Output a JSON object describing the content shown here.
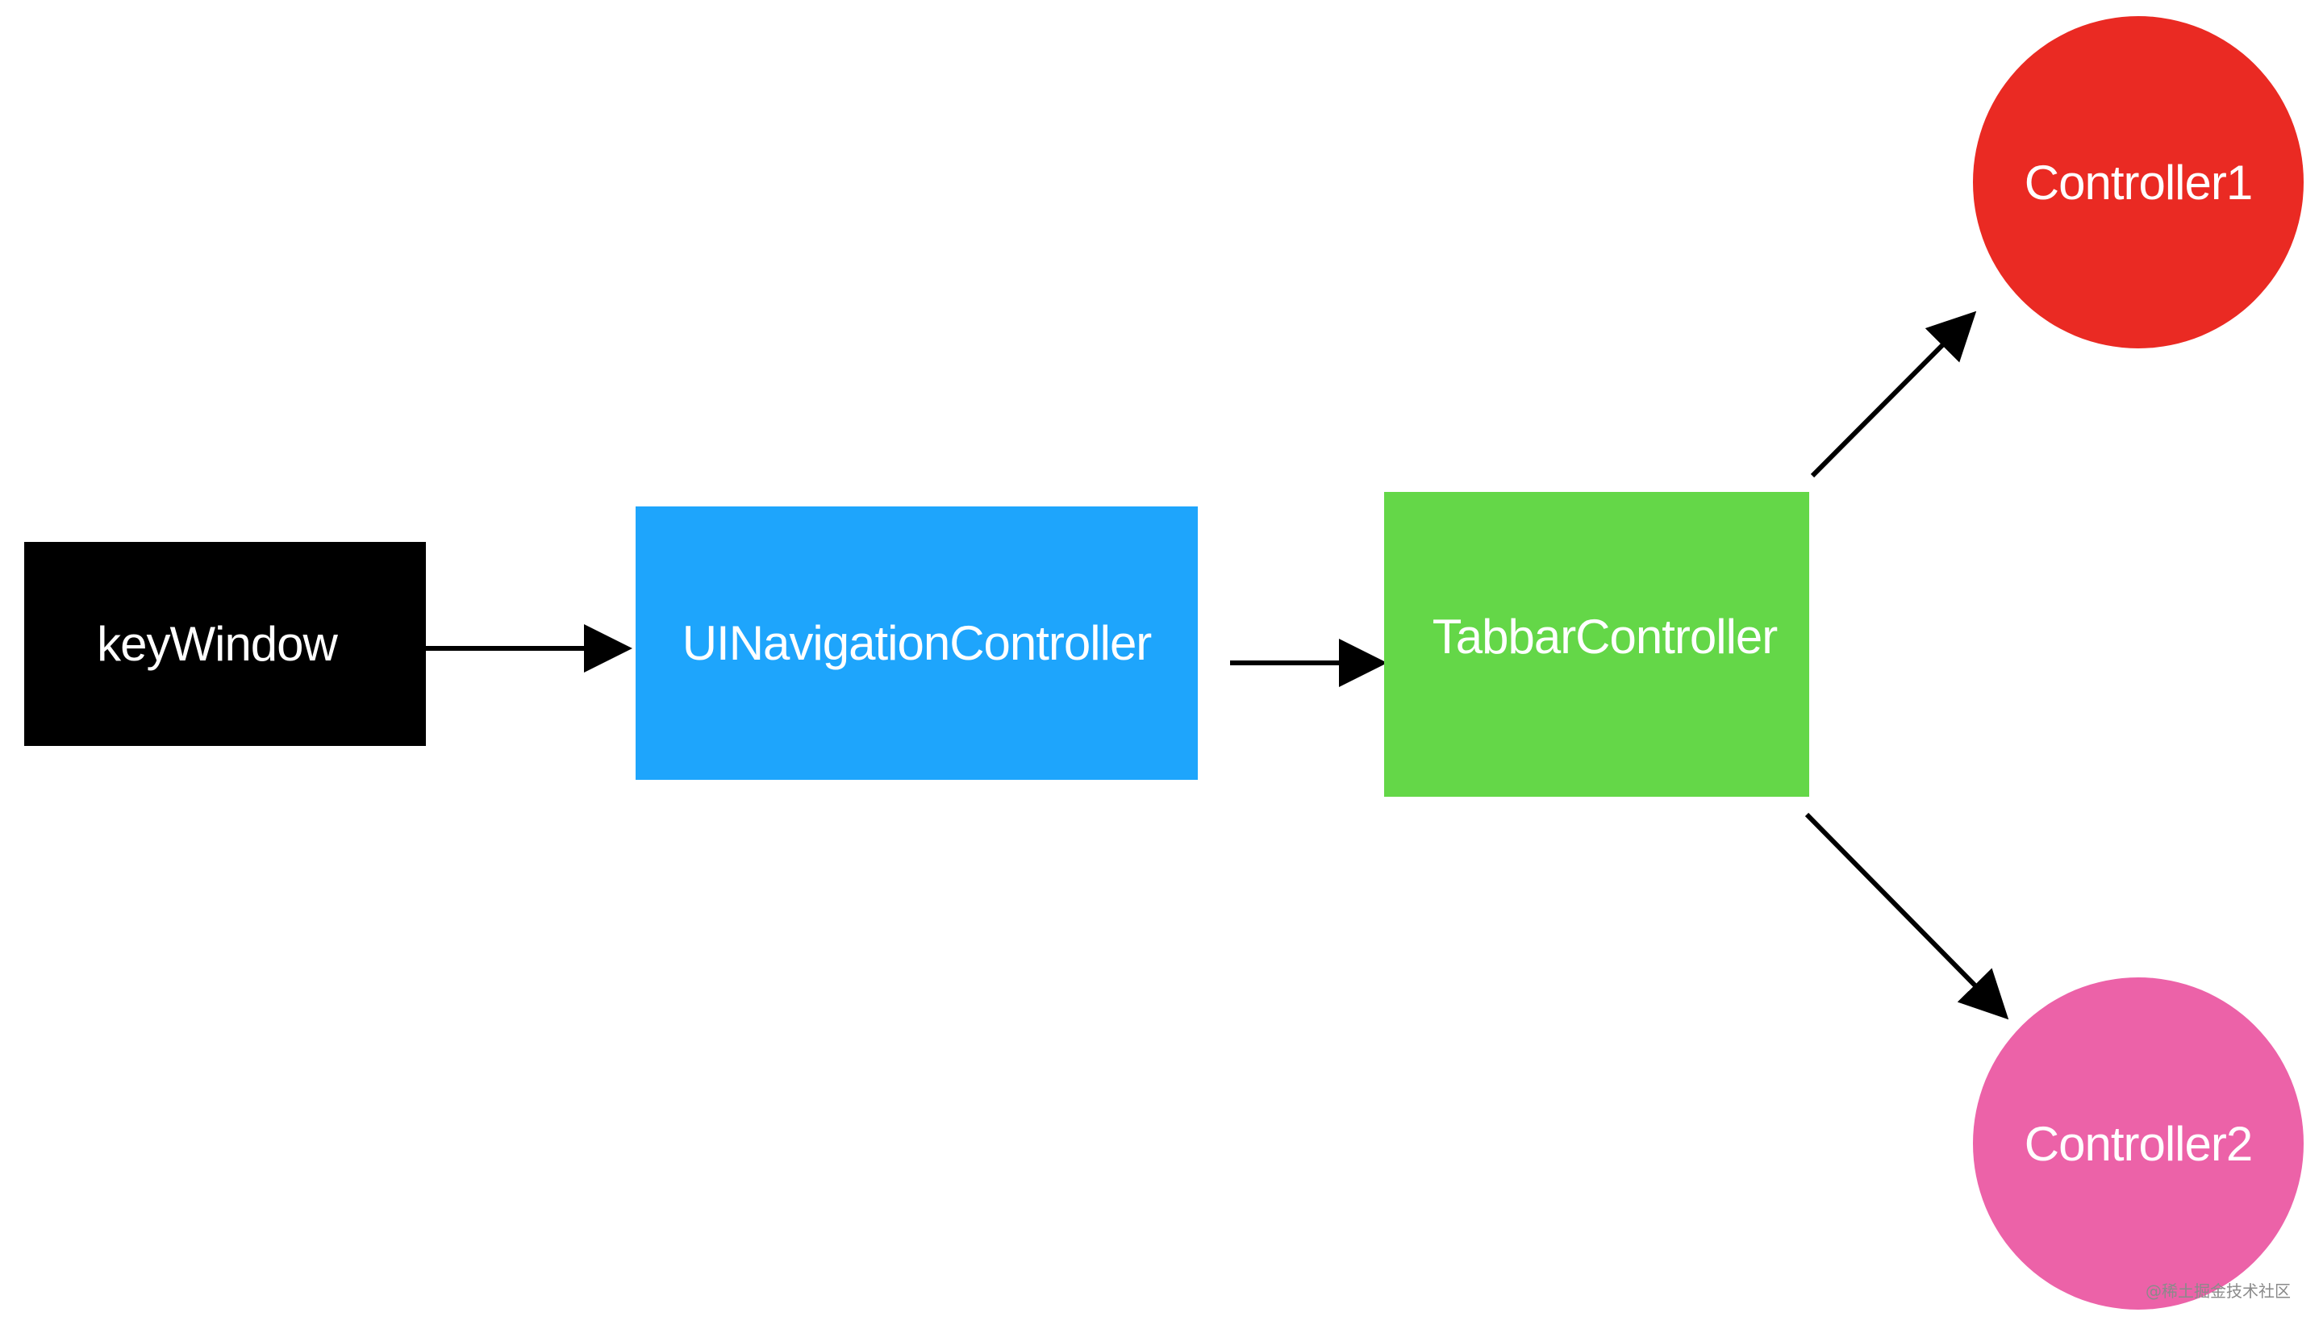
{
  "nodes": {
    "keywindow": {
      "label": "keyWindow",
      "color": "#000000"
    },
    "navigation": {
      "label": "UINavigationController",
      "color": "#1ea5fc"
    },
    "tabbar": {
      "label": "TabbarController",
      "color": "#64d748"
    },
    "controller1": {
      "label": "Controller1",
      "color": "#ea2a23"
    },
    "controller2": {
      "label": "Controller2",
      "color": "#ec62a8"
    }
  },
  "edges": [
    {
      "from": "keywindow",
      "to": "navigation"
    },
    {
      "from": "navigation",
      "to": "tabbar"
    },
    {
      "from": "tabbar",
      "to": "controller1"
    },
    {
      "from": "tabbar",
      "to": "controller2"
    }
  ],
  "edge_color": "#000000",
  "watermark": "@稀土掘金技术社区"
}
